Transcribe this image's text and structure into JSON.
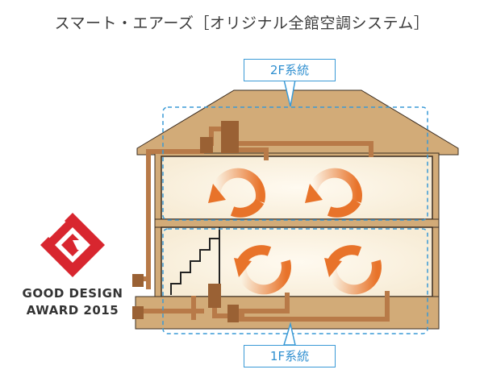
{
  "title": "スマート・エアーズ［オリジナル全館空調システム］",
  "zones": {
    "upper": "2F系統",
    "lower": "1F系統"
  },
  "award": {
    "line1": "GOOD DESIGN",
    "line2": "AWARD 2015"
  },
  "colors": {
    "roof": "#d2ab78",
    "wall": "#d2ab78",
    "room": "#fdf6ea",
    "duct": "#b87a48",
    "duct_dark": "#9a6134",
    "airflow": "#e8732a",
    "dash": "#3a9ad6",
    "award_red": "#d8262f"
  }
}
